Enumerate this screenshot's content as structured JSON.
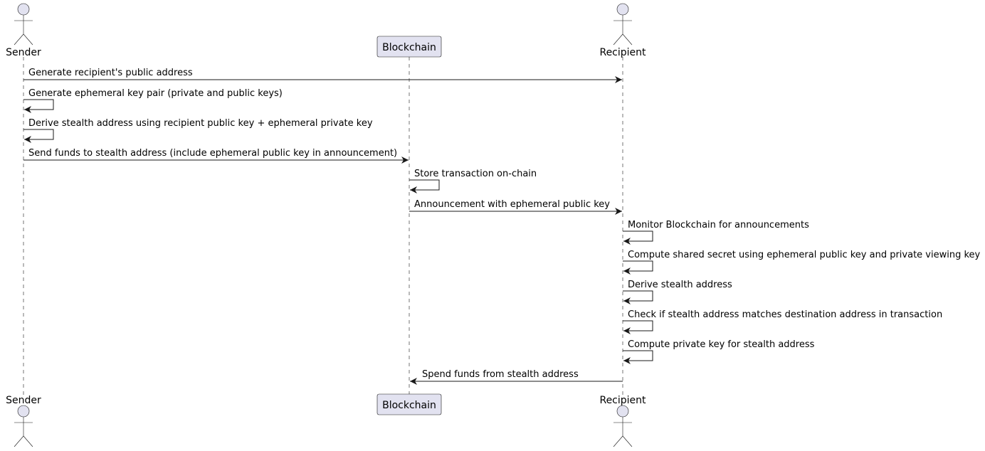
{
  "participants": [
    {
      "id": "sender",
      "label": "Sender",
      "kind": "actor"
    },
    {
      "id": "blockchain",
      "label": "Blockchain",
      "kind": "box"
    },
    {
      "id": "recipient",
      "label": "Recipient",
      "kind": "actor"
    }
  ],
  "messages": [
    {
      "from": "sender",
      "to": "recipient",
      "label": "Generate recipient's public address"
    },
    {
      "from": "sender",
      "to": "sender",
      "label": "Generate ephemeral key pair (private and public keys)"
    },
    {
      "from": "sender",
      "to": "sender",
      "label": "Derive stealth address using recipient public key + ephemeral private key"
    },
    {
      "from": "sender",
      "to": "blockchain",
      "label": "Send funds to stealth address (include ephemeral public key in announcement)"
    },
    {
      "from": "blockchain",
      "to": "blockchain",
      "label": "Store transaction on-chain"
    },
    {
      "from": "blockchain",
      "to": "recipient",
      "label": "Announcement with ephemeral public key"
    },
    {
      "from": "recipient",
      "to": "recipient",
      "label": "Monitor Blockchain for announcements"
    },
    {
      "from": "recipient",
      "to": "recipient",
      "label": "Compute shared secret using ephemeral public key and private viewing key"
    },
    {
      "from": "recipient",
      "to": "recipient",
      "label": "Derive stealth address"
    },
    {
      "from": "recipient",
      "to": "recipient",
      "label": "Check if stealth address matches destination address in transaction"
    },
    {
      "from": "recipient",
      "to": "recipient",
      "label": "Compute private key for stealth address"
    },
    {
      "from": "recipient",
      "to": "blockchain",
      "label": "Spend funds from stealth address"
    }
  ],
  "colors": {
    "participant_fill": "#E2E2F0",
    "participant_stroke": "#181818",
    "lifeline": "#181818",
    "arrow": "#181818",
    "text": "#000000"
  }
}
